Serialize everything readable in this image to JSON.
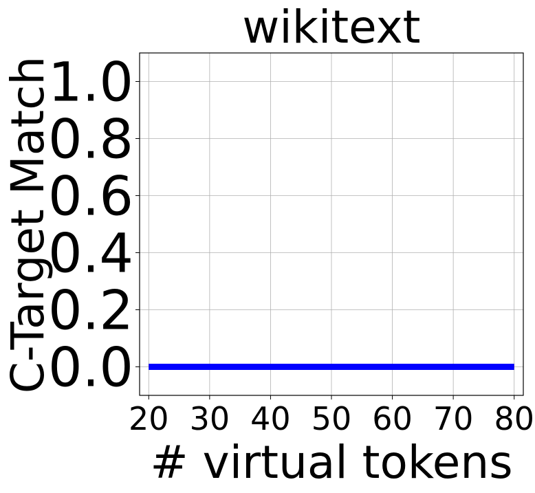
{
  "chart_data": {
    "type": "line",
    "title": "wikitext",
    "xlabel": "# virtual tokens",
    "ylabel": "C-Target Match",
    "x": [
      20,
      30,
      40,
      50,
      60,
      70,
      80
    ],
    "xticks": [
      "20",
      "30",
      "40",
      "50",
      "60",
      "70",
      "80"
    ],
    "yticks": [
      "0.0",
      "0.2",
      "0.4",
      "0.6",
      "0.8",
      "1.0"
    ],
    "xlim": [
      18.5,
      81.5
    ],
    "ylim": [
      -0.1,
      1.1
    ],
    "grid": true,
    "series": [
      {
        "values": [
          0.004,
          0.003,
          0.003,
          0.003,
          0.003,
          0.004,
          0.002
        ],
        "color": "#cc0000"
      },
      {
        "values": [
          0.0,
          0.0,
          0.0,
          0.0,
          0.0,
          0.0,
          0.0
        ],
        "color": "#0000ff"
      }
    ]
  }
}
